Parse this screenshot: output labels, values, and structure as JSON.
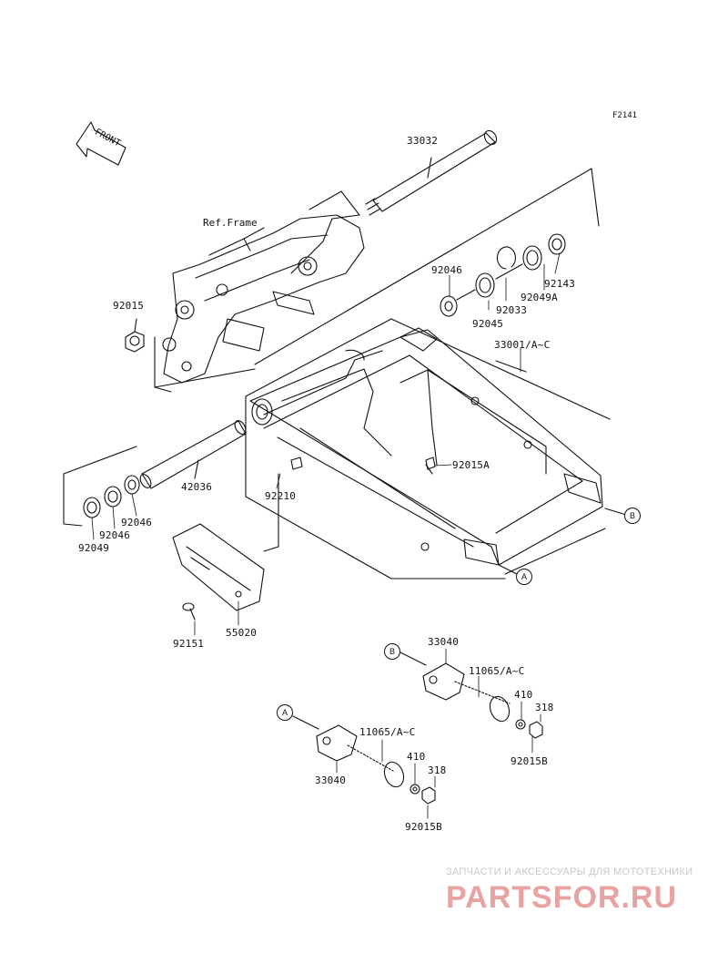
{
  "diagram": {
    "code": "F2141",
    "front_label": "FRONT",
    "ref_frame": "Ref.Frame",
    "parts": {
      "p33032": "33032",
      "p92015": "92015",
      "p92046_top": "92046",
      "p92033": "92033",
      "p92045": "92045",
      "p92143": "92143",
      "p92049A": "92049A",
      "p33001": "33001/A~C",
      "p92015A": "92015A",
      "p42036": "42036",
      "p92210": "92210",
      "p92046_left": "92046",
      "p92046_left2": "92046",
      "p92049": "92049",
      "p92151": "92151",
      "p55020": "55020",
      "p33040_b": "33040",
      "p11065_b": "11065/A~C",
      "p410_b": "410",
      "p318_b": "318",
      "p92015B_b": "92015B",
      "p33040_a": "33040",
      "p11065_a": "11065/A~C",
      "p410_a": "410",
      "p318_a": "318",
      "p92015B_a": "92015B"
    },
    "refs": {
      "A": "A",
      "B": "B"
    }
  },
  "watermark": {
    "tagline": "ЗАПЧАСТИ И АКСЕССУАРЫ ДЛЯ МОТОТЕХНИКИ",
    "brand": "PARTSFOR.RU"
  }
}
